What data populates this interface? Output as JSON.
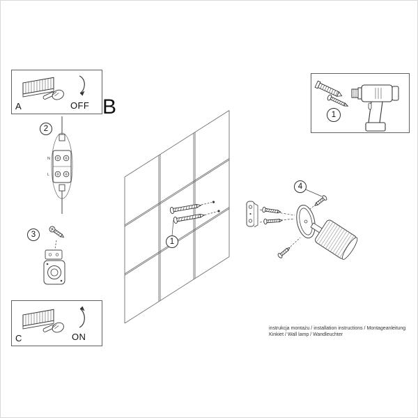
{
  "header": {
    "section_b": "B"
  },
  "panel_a": {
    "label": "A",
    "state": "OFF"
  },
  "panel_c": {
    "label": "C",
    "state": "ON"
  },
  "badges": {
    "wall": "1",
    "wiring": "2",
    "bracket": "3",
    "lamp": "4",
    "tools": "1"
  },
  "wiring": {
    "n": "N",
    "l": "L"
  },
  "footer": {
    "line1": "instrukcja montażu / installation instructions / Montageanleitung",
    "line2": "Kinkiet / Wall lamp / Wandleuchter"
  }
}
